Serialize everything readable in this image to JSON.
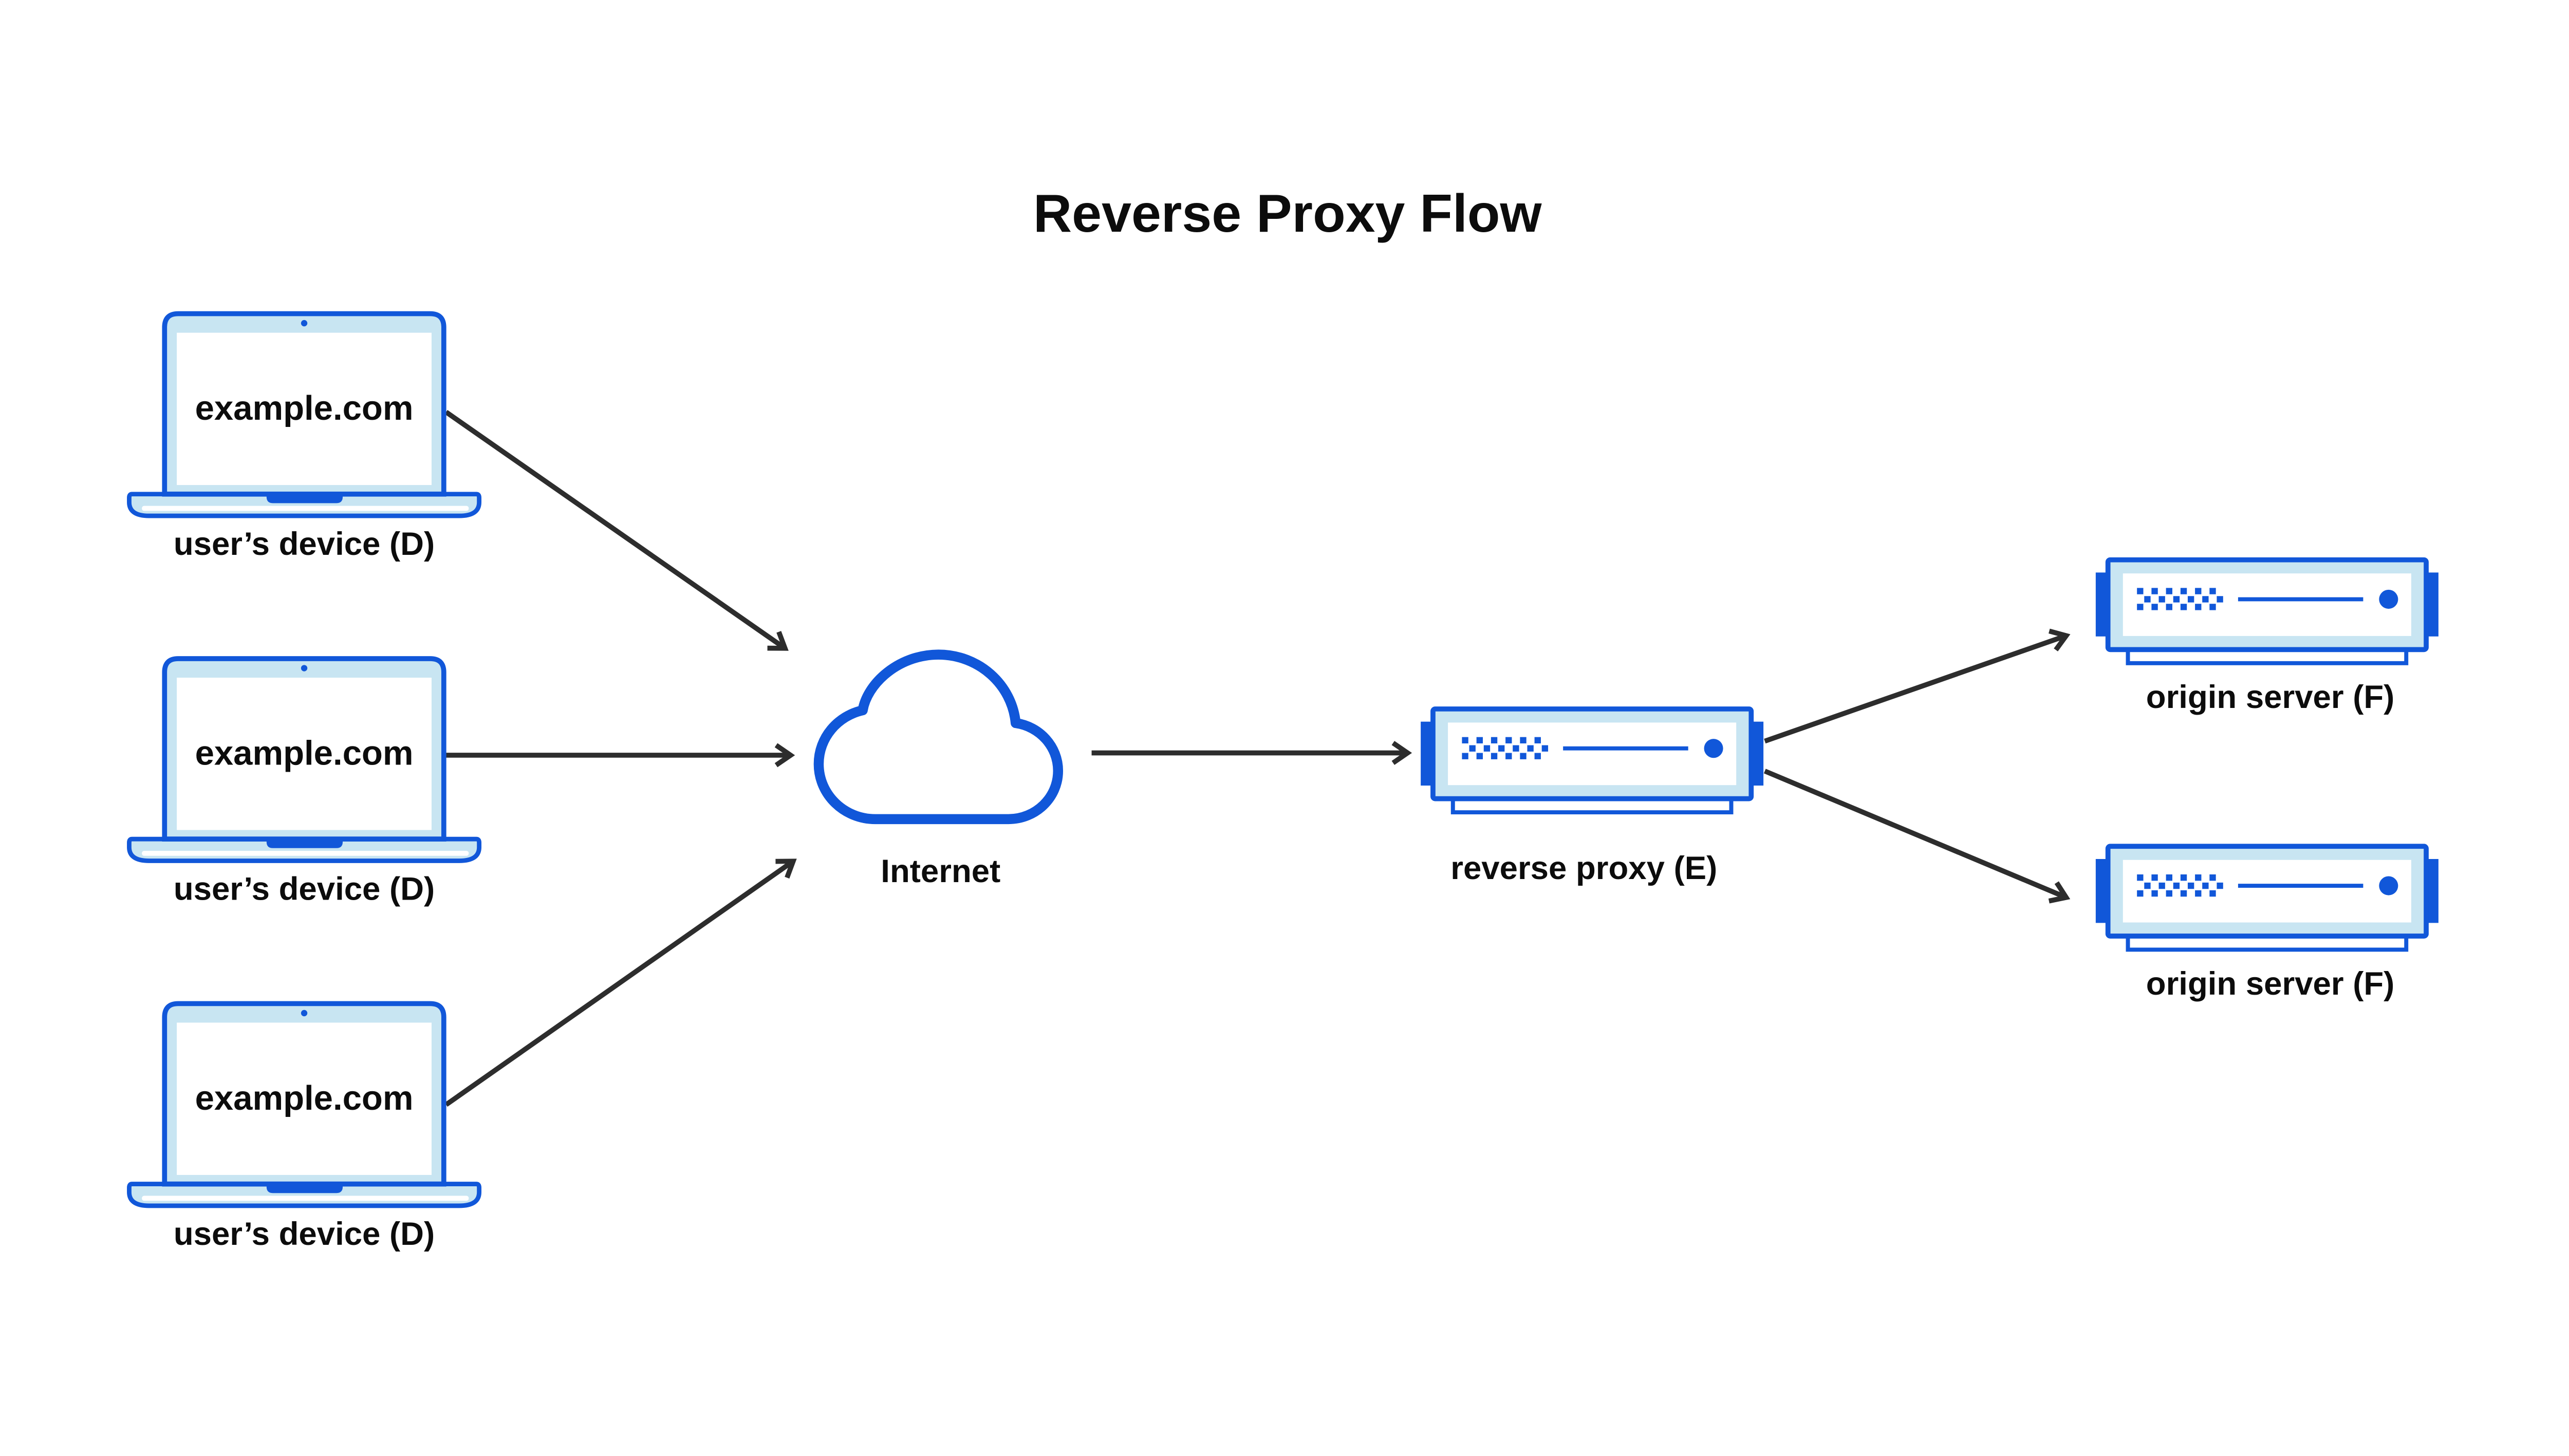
{
  "title": "Reverse Proxy Flow",
  "colors": {
    "accent": "#1157d9",
    "panel": "#c8e5f2",
    "arrow": "#2d2d2d",
    "ink": "#0c0c0c",
    "canvas": "#ffffff"
  },
  "devices": [
    {
      "screen_text": "example.com",
      "label": "user’s device (D)"
    },
    {
      "screen_text": "example.com",
      "label": "user’s device (D)"
    },
    {
      "screen_text": "example.com",
      "label": "user’s device (D)"
    }
  ],
  "internet": {
    "label": "Internet"
  },
  "reverse_proxy": {
    "label": "reverse proxy (E)"
  },
  "origin_servers": [
    {
      "label": "origin server (F)"
    },
    {
      "label": "origin server (F)"
    }
  ]
}
